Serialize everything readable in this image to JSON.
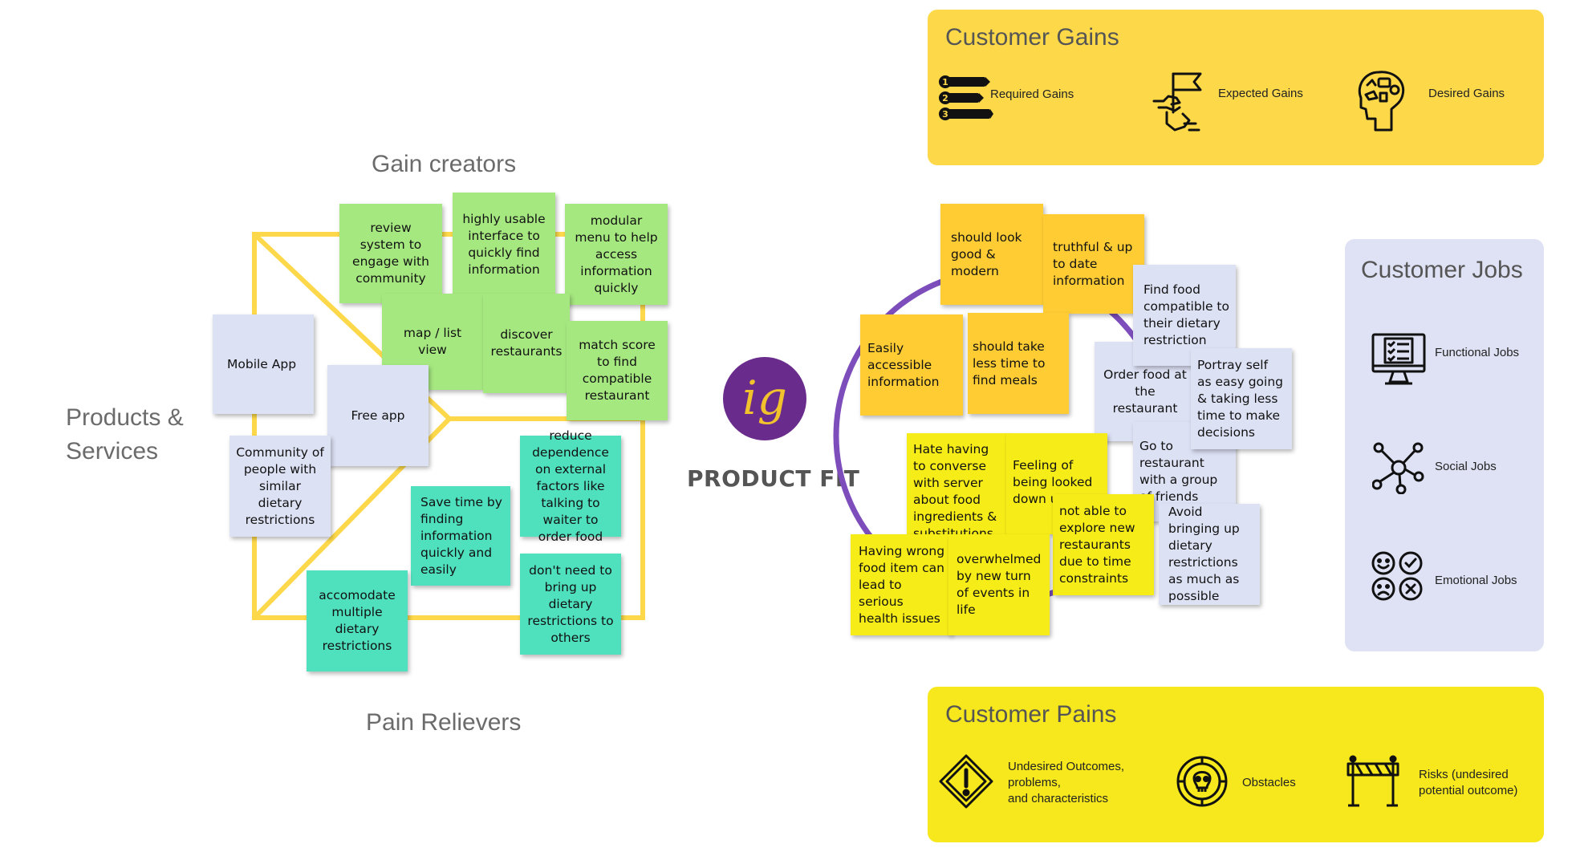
{
  "colors": {
    "frame": "#fcd84a",
    "circle": "#7c4dbb",
    "gains_panel": "#fdd94a",
    "pains_panel": "#f6e81c",
    "jobs_panel": "#dfe2f4",
    "logo_bg": "#6a2c8c",
    "logo_letter": "#f2c22d"
  },
  "value_map": {
    "gain_creators_title": "Gain creators",
    "products_services_title": "Products &\nServices",
    "pain_relievers_title": "Pain Relievers",
    "gain_creators": [
      "review system to engage with community",
      "highly usable interface to quickly find information",
      "modular menu to help access information quickly",
      "map / list view",
      "discover restaurants",
      "match score to find compatible restaurant"
    ],
    "products": [
      "Mobile App",
      "Free app",
      "Community of people with similar dietary restrictions"
    ],
    "pain_relievers": [
      "reduce dependence on external factors like talking to waiter to order food",
      "Save time by finding information quickly and easily",
      "don't need to bring up dietary restrictions to others",
      "accomodate multiple dietary restrictions"
    ]
  },
  "center": {
    "logo_text": "ig",
    "product_fit": "PRODUCT FIT"
  },
  "profile": {
    "gains": [
      "should look good & modern",
      "truthful & up to date information",
      "Easily accessible information",
      "should take less time to find meals"
    ],
    "jobs": [
      "Find food compatible to their dietary restriction",
      "Order food at the restaurant",
      "Portray self as easy going & taking less time to make decisions",
      "Go to restaurant with a group of friends",
      "Avoid bringing up dietary restrictions as much as possible"
    ],
    "pains": [
      "Hate having to converse with server about food ingredients & substitutions",
      "Feeling of being looked down upon",
      "not able to explore new restaurants due to time constraints",
      "Having wrong food item can lead to serious health issues",
      "overwhelmed by new turn of events in life"
    ]
  },
  "customer_gains": {
    "title": "Customer Gains",
    "items": [
      {
        "label": "Required Gains",
        "icon": "ranked-list-icon"
      },
      {
        "label": "Expected Gains",
        "icon": "flag-hands-icon"
      },
      {
        "label": "Desired Gains",
        "icon": "thought-head-icon"
      }
    ],
    "rank_numbers": [
      "1",
      "2",
      "3"
    ]
  },
  "customer_jobs": {
    "title": "Customer Jobs",
    "items": [
      {
        "label": "Functional Jobs",
        "icon": "checklist-monitor-icon"
      },
      {
        "label": "Social Jobs",
        "icon": "network-icon"
      },
      {
        "label": "Emotional Jobs",
        "icon": "emotion-faces-icon"
      }
    ]
  },
  "customer_pains": {
    "title": "Customer Pains",
    "items": [
      {
        "label": "Undesired Outcomes,\nproblems,\nand characteristics",
        "icon": "warning-diamond-icon"
      },
      {
        "label": "Obstacles",
        "icon": "skull-gear-icon"
      },
      {
        "label": "Risks (undesired\npotential outcome)",
        "icon": "barrier-icon"
      }
    ]
  }
}
